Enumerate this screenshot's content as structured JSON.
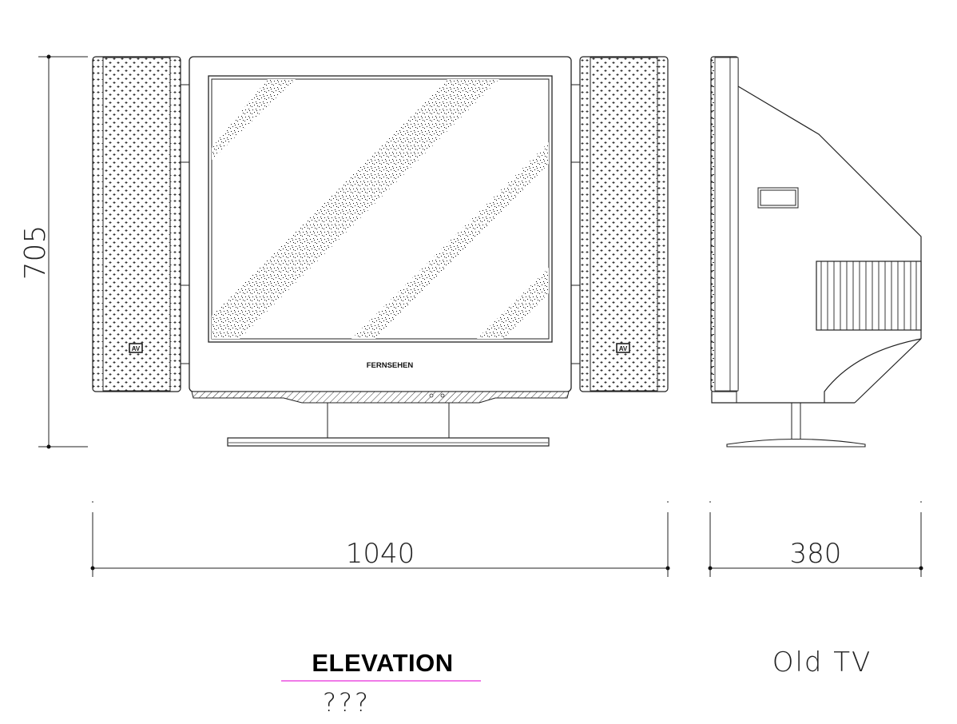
{
  "drawing": {
    "brand_label": "FERNSEHEN",
    "speaker_badge": "AV",
    "colors": {
      "line": "#222222",
      "title_underline": "#f07ae8",
      "background": "#ffffff"
    }
  },
  "dimensions": {
    "height": "705",
    "front_width": "1040",
    "side_depth": "380"
  },
  "titles": {
    "main": "ELEVATION",
    "subtitle": "???",
    "side": "Old TV"
  }
}
